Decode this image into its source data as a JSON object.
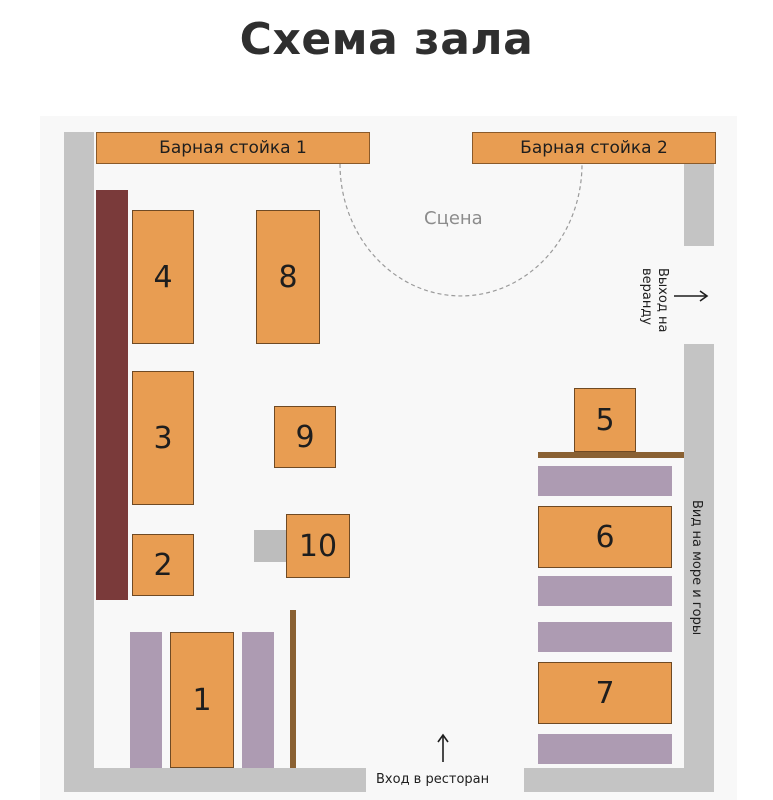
{
  "title": "Схема зала",
  "bars": [
    {
      "id": "bar-1",
      "label": "Барная стойка 1"
    },
    {
      "id": "bar-2",
      "label": "Барная стойка 2"
    }
  ],
  "stage": {
    "label": "Сцена"
  },
  "tables": [
    {
      "id": "table-1",
      "label": "1"
    },
    {
      "id": "table-2",
      "label": "2"
    },
    {
      "id": "table-3",
      "label": "3"
    },
    {
      "id": "table-4",
      "label": "4"
    },
    {
      "id": "table-5",
      "label": "5"
    },
    {
      "id": "table-6",
      "label": "6"
    },
    {
      "id": "table-7",
      "label": "7"
    },
    {
      "id": "table-8",
      "label": "8"
    },
    {
      "id": "table-9",
      "label": "9"
    },
    {
      "id": "table-10",
      "label": "10"
    }
  ],
  "labels": {
    "veranda_exit": "Выход на веранду",
    "sea_view": "Вид на море и горы",
    "entrance": "Вход в ресторан"
  },
  "colors": {
    "table": "#e89d52",
    "bench": "#ad9bb2",
    "sofa": "#7a3a3a",
    "wall": "#c4c4c4",
    "rail": "#8a6133"
  },
  "icons": [
    "arrow-up-icon",
    "arrow-right-icon"
  ]
}
